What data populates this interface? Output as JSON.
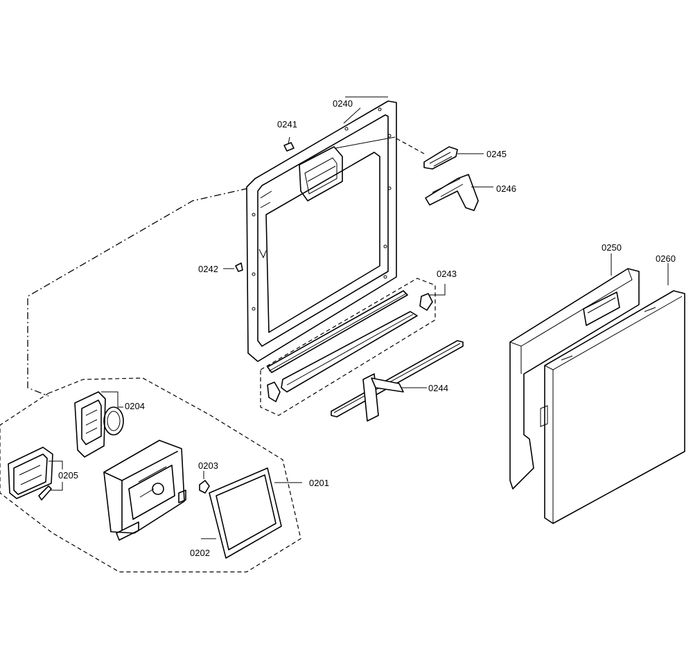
{
  "callouts": {
    "c0240": "0240",
    "c0241": "0241",
    "c0242": "0242",
    "c0243": "0243",
    "c0244": "0244",
    "c0245": "0245",
    "c0246": "0246",
    "c0250": "0250",
    "c0260": "0260",
    "c0201": "0201",
    "c0202": "0202",
    "c0203": "0203",
    "c0204": "0204",
    "c0205": "0205"
  }
}
